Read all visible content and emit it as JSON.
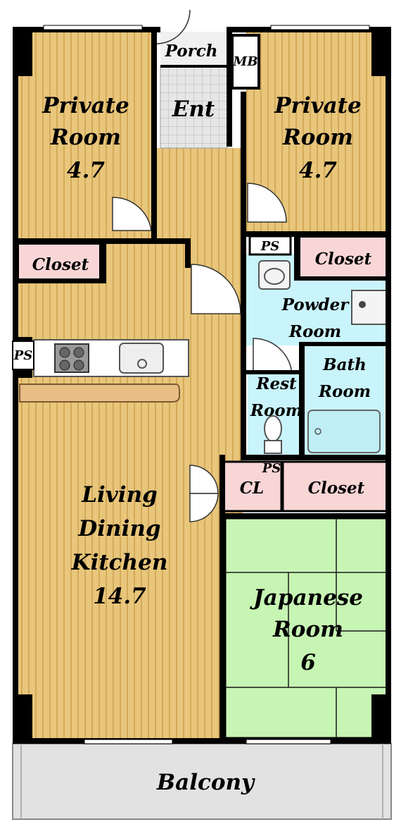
{
  "rooms": {
    "porch": "Porch",
    "mb": "MB",
    "ent": "Ent",
    "private_left": {
      "l1": "Private",
      "l2": "Room",
      "size": "4.7"
    },
    "private_right": {
      "l1": "Private",
      "l2": "Room",
      "size": "4.7"
    },
    "closet_left": "Closet",
    "closet_right": "Closet",
    "ps_top": "PS",
    "ps_kitchen": "PS",
    "ps_mid": "PS",
    "powder": {
      "l1": "Powder",
      "l2": "Room"
    },
    "bath": {
      "l1": "Bath",
      "l2": "Room"
    },
    "rest": {
      "l1": "Rest",
      "l2": "Room"
    },
    "cl": "CL",
    "closet_mid": "Closet",
    "ldk": {
      "l1": "Living",
      "l2": "Dining",
      "l3": "Kitchen",
      "size": "14.7"
    },
    "japanese": {
      "l1": "Japanese",
      "l2": "Room",
      "size": "6"
    },
    "balcony": "Balcony"
  },
  "colors": {
    "wood": "#e8c67c",
    "wood_stripe": "#d3aa58",
    "closet": "#f9d6d6",
    "wet": "#c9f4fb",
    "tatami": "#c7f5b4",
    "entry_tile": "#d9d9d9",
    "balcony": "#e2e2e2",
    "wall": "#000000"
  }
}
